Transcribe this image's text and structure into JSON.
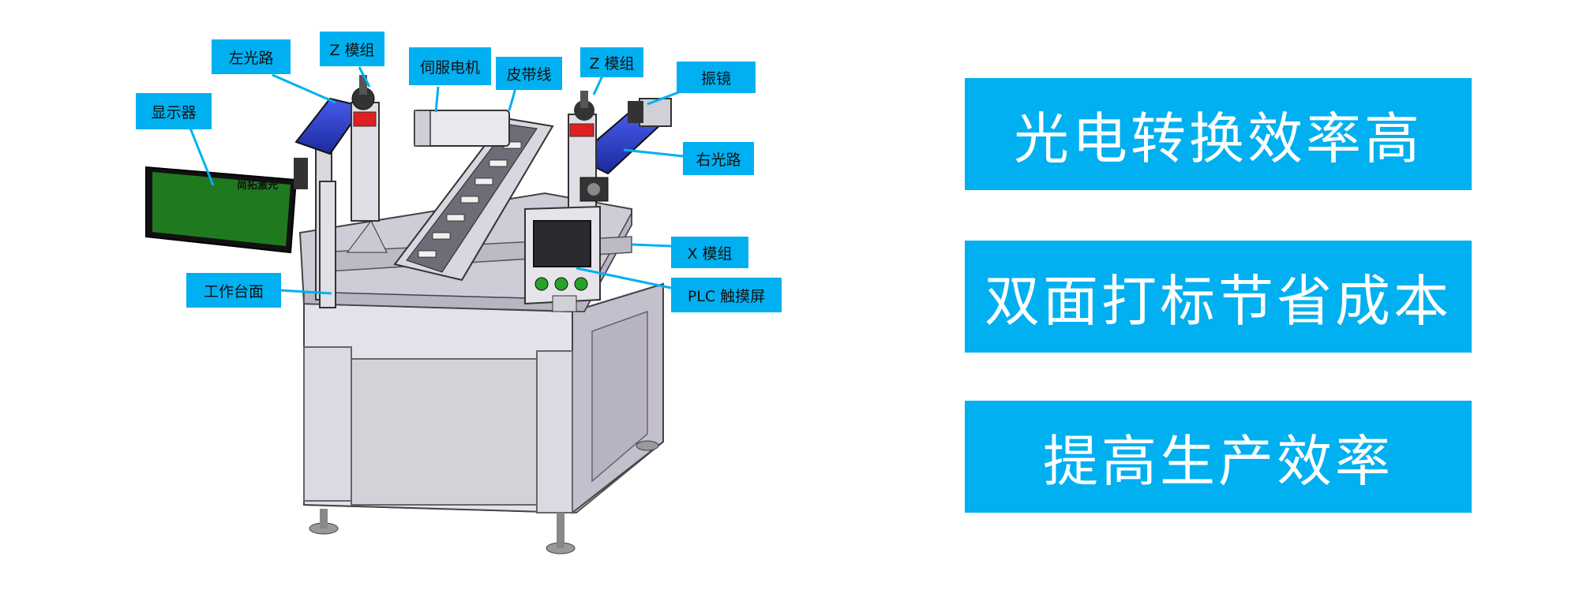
{
  "diagram": {
    "labels": {
      "display": "显示器",
      "left_light_path": "左光路",
      "z_module_left": "Z 模组",
      "servo_motor": "伺服电机",
      "belt": "皮带线",
      "z_module_right": "Z 模组",
      "galvo": "振镜",
      "right_light_path": "右光路",
      "x_module": "X 模组",
      "plc_touchscreen": "PLC 触摸屏",
      "worktable": "工作台面"
    },
    "screen_brand": "尚拓激光"
  },
  "features": [
    "光电转换效率高",
    "双面打标节省成本",
    "提高生产效率"
  ],
  "colors": {
    "callout": "#00b0f0",
    "laser_housing": "#2b3cc8",
    "machine_body": "#d9d6e0",
    "screen": "#1f7a1f"
  }
}
